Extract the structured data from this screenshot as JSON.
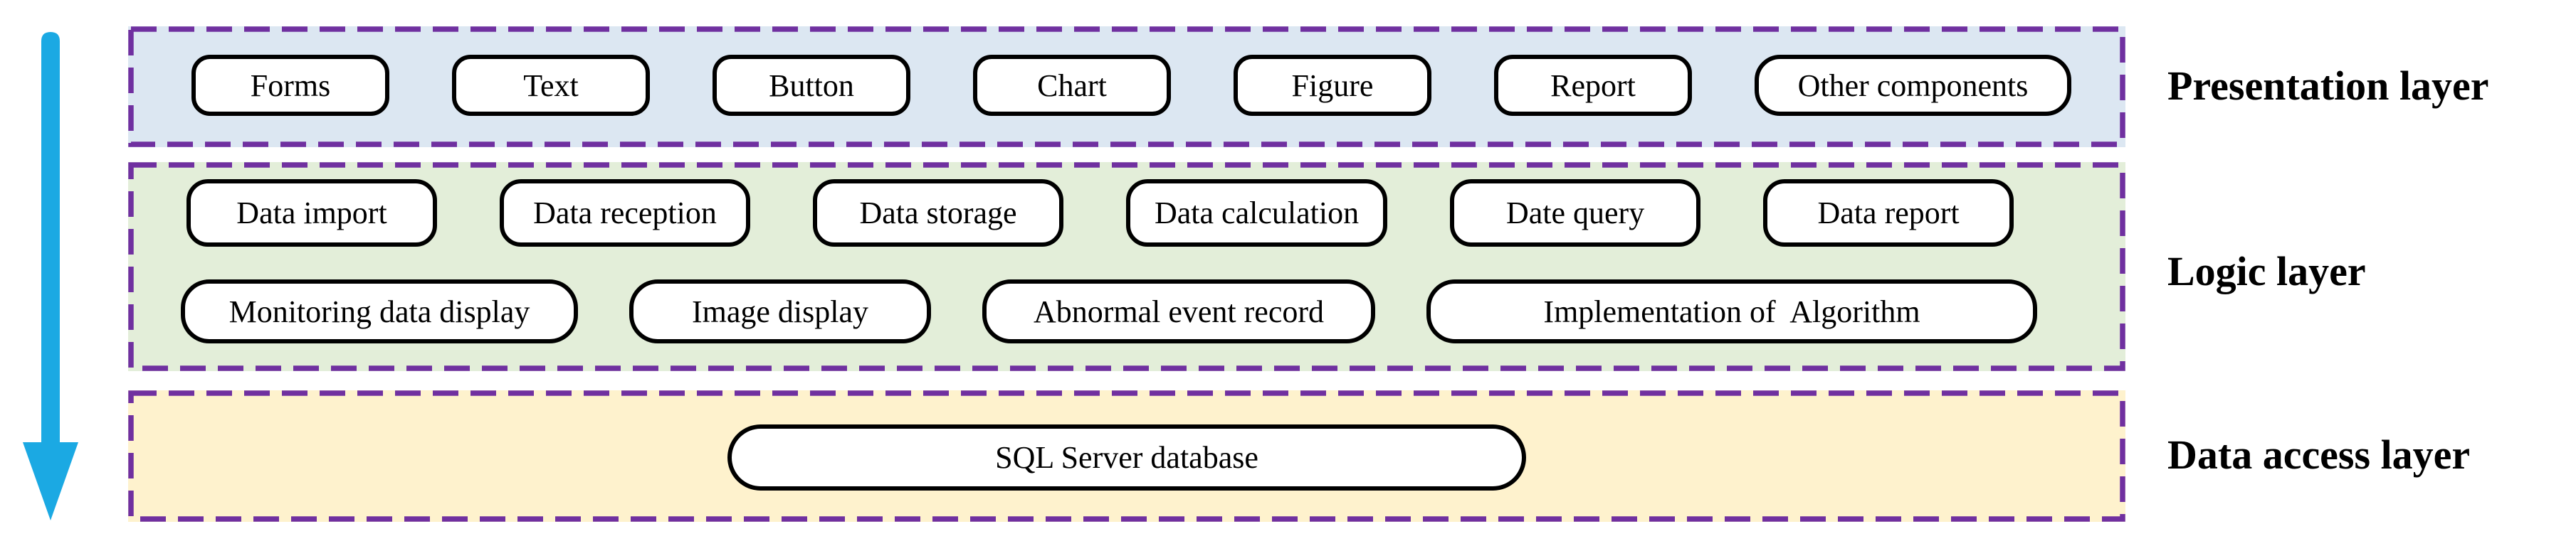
{
  "diagram": {
    "type": "layered-architecture",
    "flow_arrow": {
      "direction": "down",
      "color": "#1BA9E3"
    },
    "border_color": "#7030A0",
    "layers": [
      {
        "name": "presentation",
        "label": "Presentation layer",
        "background": "#DCE7F2",
        "rows": [
          [
            "Forms",
            "Text",
            "Button",
            "Chart",
            "Figure",
            "Report",
            "Other components"
          ]
        ]
      },
      {
        "name": "logic",
        "label": "Logic layer",
        "background": "#E3EED9",
        "rows": [
          [
            "Data import",
            "Data reception",
            "Data storage",
            "Data calculation",
            "Date query",
            "Data report"
          ],
          [
            "Monitoring data display",
            "Image display",
            "Abnormal event record",
            "Implementation of  Algorithm"
          ]
        ]
      },
      {
        "name": "data_access",
        "label": "Data access layer",
        "background": "#FEF2CD",
        "rows": [
          [
            "SQL Server database"
          ]
        ]
      }
    ]
  }
}
